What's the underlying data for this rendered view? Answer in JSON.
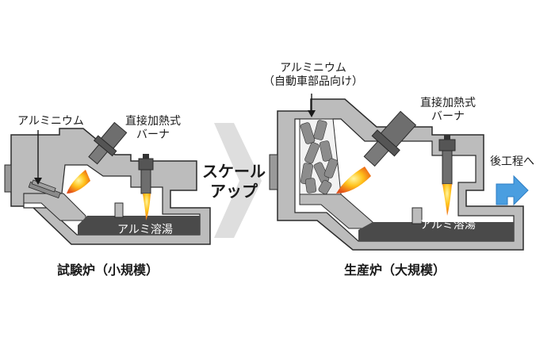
{
  "small_furnace": {
    "caption": "試験炉（小規模）",
    "aluminium_label": "アルミニウム",
    "burner_label_line1": "直接加熱式",
    "burner_label_line2": "バーナ",
    "melt_label": "アルミ溶湯"
  },
  "arrow": {
    "line1": "スケール",
    "line2": "アップ"
  },
  "large_furnace": {
    "caption": "生産炉（大規模）",
    "aluminium_label_line1": "アルミニウム",
    "aluminium_label_line2": "（自動車部品向け）",
    "burner_label_line1": "直接加熱式",
    "burner_label_line2": "バーナ",
    "melt_label": "アルミ溶湯",
    "next_step_label": "後工程へ"
  },
  "colors": {
    "wall": "#bcbcbc",
    "outline": "#2b2b2b",
    "melt": "#4a4a4a",
    "arrow": "#dedede",
    "next_arrow": "#4a9ee0",
    "flame_outer": "#f07818",
    "flame_inner": "#ffd21e"
  }
}
